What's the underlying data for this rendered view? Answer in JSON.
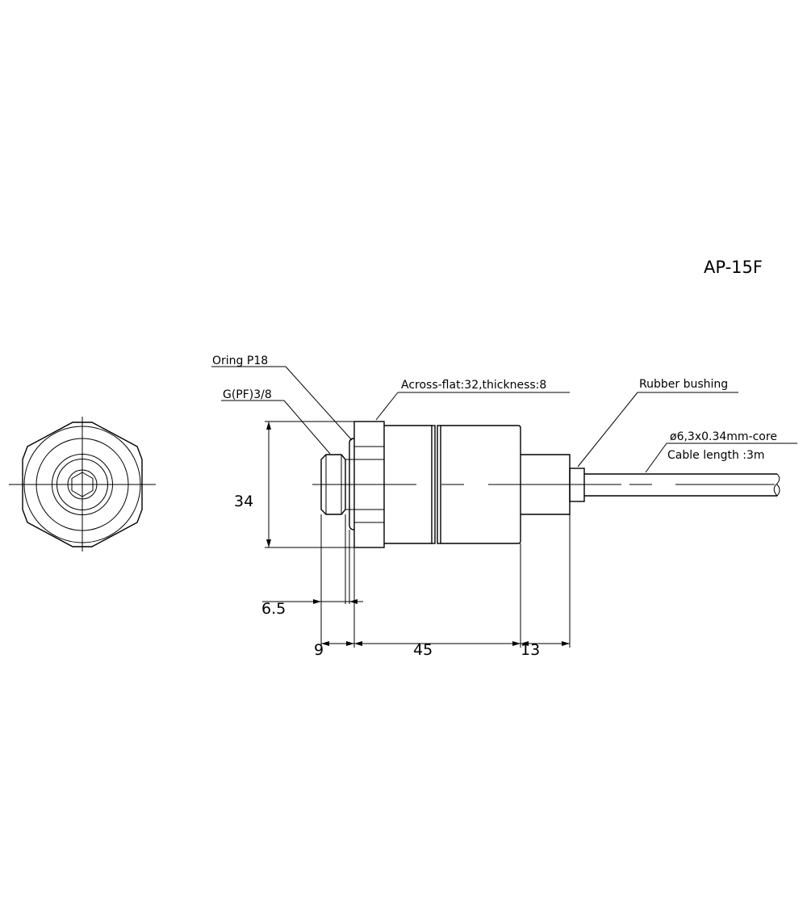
{
  "title": "AP-15F",
  "labels": {
    "oring": "Oring P18",
    "thread": "G(PF)3/8",
    "across_flat": "Across-flat:32,thickness:8",
    "rubber_bushing": "Rubber bushing",
    "cable_spec": "ø6,3x0.34mm-core",
    "cable_length": "Cable length :3m"
  },
  "dimensions": {
    "height": "34",
    "thread_depth": "6.5",
    "thread_length": "9",
    "body_length": "45",
    "rear_length": "13"
  },
  "colors": {
    "line": "#000000",
    "background": "#ffffff"
  }
}
